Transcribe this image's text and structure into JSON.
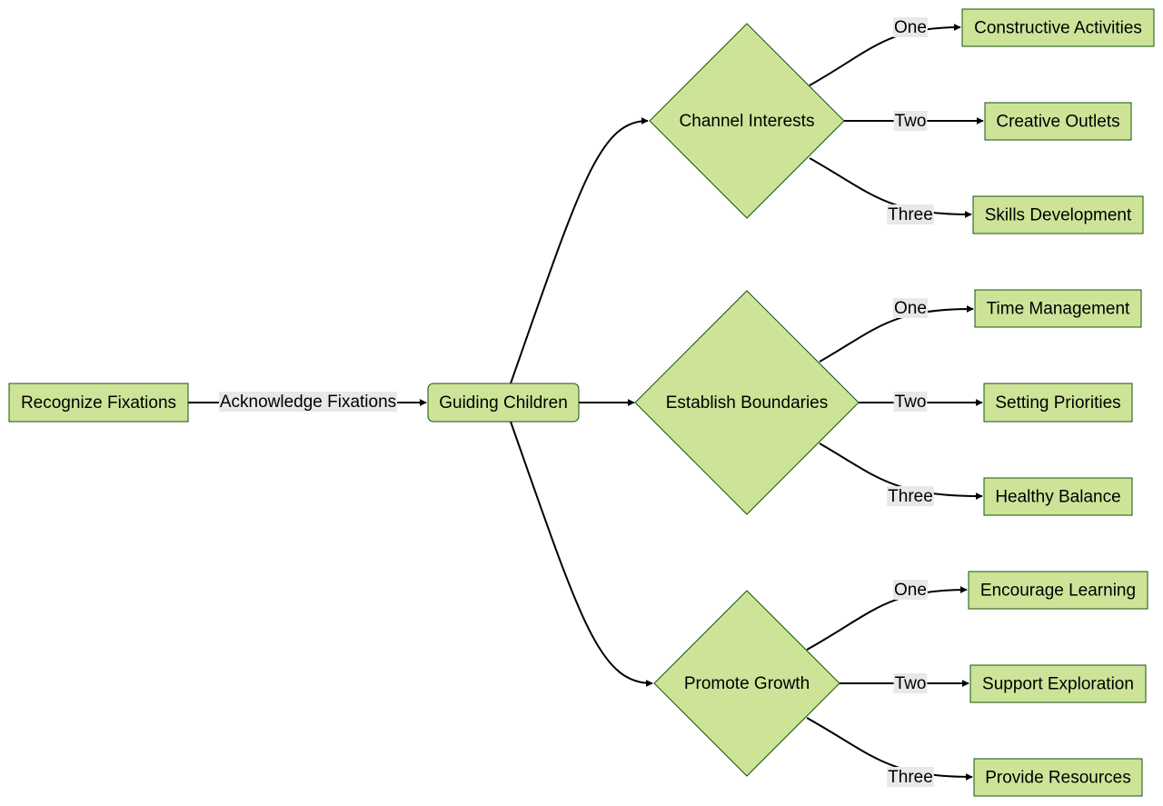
{
  "colors": {
    "node_fill": "#cde498",
    "node_stroke": "#13540c",
    "edge": "#000000",
    "edge_label_bg": "#e8e8e8"
  },
  "nodes": {
    "recognize": "Recognize Fixations",
    "guiding": "Guiding Children",
    "channel": "Channel Interests",
    "establish": "Establish Boundaries",
    "promote": "Promote Growth",
    "constructive": "Constructive Activities",
    "creative": "Creative Outlets",
    "skills": "Skills Development",
    "time": "Time Management",
    "priorities": "Setting Priorities",
    "balance": "Healthy Balance",
    "learning": "Encourage Learning",
    "exploration": "Support Exploration",
    "resources": "Provide Resources"
  },
  "edges": [
    {
      "from": "recognize",
      "to": "guiding",
      "label": "Acknowledge Fixations"
    },
    {
      "from": "guiding",
      "to": "channel",
      "label": ""
    },
    {
      "from": "guiding",
      "to": "establish",
      "label": ""
    },
    {
      "from": "guiding",
      "to": "promote",
      "label": ""
    },
    {
      "from": "channel",
      "to": "constructive",
      "label": "One"
    },
    {
      "from": "channel",
      "to": "creative",
      "label": "Two"
    },
    {
      "from": "channel",
      "to": "skills",
      "label": "Three"
    },
    {
      "from": "establish",
      "to": "time",
      "label": "One"
    },
    {
      "from": "establish",
      "to": "priorities",
      "label": "Two"
    },
    {
      "from": "establish",
      "to": "balance",
      "label": "Three"
    },
    {
      "from": "promote",
      "to": "learning",
      "label": "One"
    },
    {
      "from": "promote",
      "to": "exploration",
      "label": "Two"
    },
    {
      "from": "promote",
      "to": "resources",
      "label": "Three"
    }
  ]
}
